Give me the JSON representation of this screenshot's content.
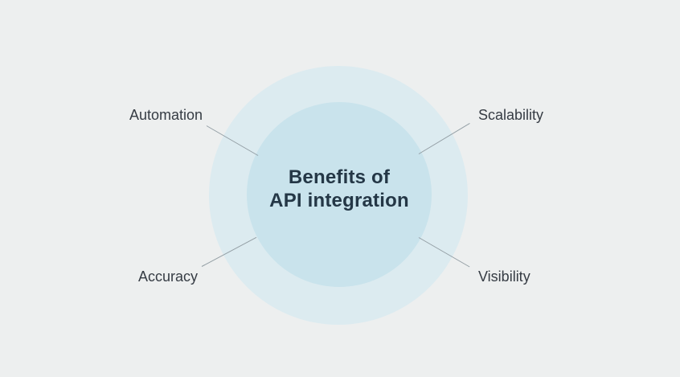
{
  "diagram": {
    "center": {
      "title_line1": "Benefits of",
      "title_line2": "API integration"
    },
    "benefits": [
      {
        "id": "automation",
        "label": "Automation",
        "position": "top-left"
      },
      {
        "id": "scalability",
        "label": "Scalability",
        "position": "top-right"
      },
      {
        "id": "accuracy",
        "label": "Accuracy",
        "position": "bottom-left"
      },
      {
        "id": "visibility",
        "label": "Visibility",
        "position": "bottom-right"
      }
    ],
    "colors": {
      "background": "#edefef",
      "outer_circle": "#dcebf0",
      "inner_circle": "#c9e3ec",
      "title_text": "#243746",
      "label_text": "#363c44",
      "connector_line": "#949fa5"
    }
  }
}
